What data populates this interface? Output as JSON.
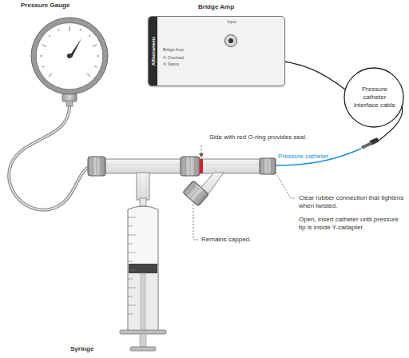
{
  "diagram": {
    "nodes": [
      {
        "text": [
          "Pressure Gauge"
        ]
      },
      {
        "text": [
          "Bridge Amp",
          "ADInstruments",
          "Bridge Amp",
          "Input",
          "Overload",
          "Status"
        ]
      }
    ],
    "labels": [
      "Pressure catheter interface cable",
      "Pressure catheter",
      "Side with red O-ring provides seal.",
      "Clear rubber connection that tightens when twisted.",
      "Open, insert catheter until pressure tip is inside Y-cadapter.",
      "Remains capped.",
      "Syringe"
    ]
  }
}
